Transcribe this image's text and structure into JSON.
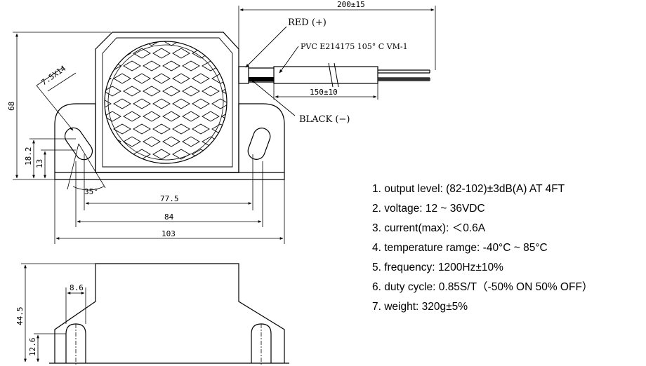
{
  "labels": {
    "red_wire": "RED (+)",
    "black_wire": "BLACK (−)",
    "cable": "PVC E214175 105° C VM-1"
  },
  "dimensions": {
    "cable_length": "200±15",
    "sleeve_length": "150±10",
    "height": "68",
    "slot_size": "7.5X14",
    "h_18_2": "18.2",
    "h_13": "13",
    "angle": "35°",
    "w_77_5": "77.5",
    "w_84": "84",
    "w_103": "103",
    "side_height": "44.5",
    "side_8_6": "8.6",
    "side_12_6": "12.6"
  },
  "specs": [
    "1. output level: (82-102)±3dB(A) AT 4FT",
    "2. voltage:  12 ~ 36VDC",
    "3. current(max):  ＜0.6A",
    "4. temperature ramge:  -40°C ~  85°C",
    "5. frequency:   1200Hz±10%",
    "6. duty cycle:  0.85S/T（-50% ON 50% OFF）",
    "7. weight:  320g±5%"
  ],
  "colors": {
    "line": "#000000",
    "background": "#ffffff"
  }
}
